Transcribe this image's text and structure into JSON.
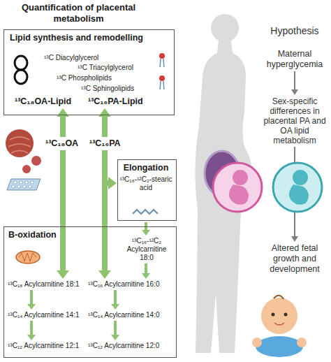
{
  "diagram": {
    "title": "Quantification of placental metabolism",
    "nodes": [
      {
        "text": [
          "Lipid synthesis and remodelling",
          "¹³C Diacylglycerol",
          "¹³C Triacylglycerol",
          "¹³C Phospholipids",
          "¹³C Sphingolipids"
        ]
      },
      {
        "text": [
          "¹³C₁₈OA-Lipid"
        ],
        "in": 0
      },
      {
        "text": [
          "¹³C₁₆PA-Lipid"
        ],
        "in": 0
      },
      {
        "text": [
          "¹³C₁₈OA"
        ]
      },
      {
        "text": [
          "¹³C₁₆PA"
        ]
      },
      {
        "text": [
          "Elongation",
          "¹³C₁₆-¹²C₂-stearic acid"
        ]
      },
      {
        "text": [
          "B-oxidation"
        ]
      },
      {
        "text": [
          "¹³C₁₆-¹²C₂ Acylcarnitine 18:0"
        ],
        "in": 6
      },
      {
        "text": [
          "¹³C₁₈ Acylcarnitine 18:1"
        ],
        "in": 6
      },
      {
        "text": [
          "¹³C₁₆ Acylcarnitine 16:0"
        ],
        "in": 6
      },
      {
        "text": [
          "¹³C₁₄ Acylcarnitine 14:1"
        ],
        "in": 6
      },
      {
        "text": [
          "¹³C₁₄ Acylcarnitine 14:0"
        ],
        "in": 6
      },
      {
        "text": [
          "¹³C₁₂ Acylcarnitine 12:1"
        ],
        "in": 6
      },
      {
        "text": [
          "¹³C₁₂ Acylcarnitine 12:0"
        ],
        "in": 6
      },
      {
        "text": [
          "Maternal hyperglycemia"
        ]
      },
      {
        "text": [
          "Sex-specific differences in placental PA and OA lipid metabolism"
        ]
      },
      {
        "text": [
          "Altered fetal growth and development"
        ]
      }
    ],
    "edges": [
      {
        "from": 3,
        "to": 1,
        "arrow": "to"
      },
      {
        "from": 3,
        "to": 8,
        "arrow": "to"
      },
      {
        "from": 4,
        "to": 2,
        "arrow": "to"
      },
      {
        "from": 4,
        "to": 9,
        "arrow": "to"
      },
      {
        "from": 4,
        "to": 5,
        "arrow": "to"
      },
      {
        "from": 5,
        "to": 7,
        "arrow": "to"
      },
      {
        "from": 8,
        "to": 10,
        "arrow": "to"
      },
      {
        "from": 10,
        "to": 12,
        "arrow": "to"
      },
      {
        "from": 7,
        "to": 9,
        "arrow": "to"
      },
      {
        "from": 9,
        "to": 11,
        "arrow": "to"
      },
      {
        "from": 11,
        "to": 13,
        "arrow": "to"
      },
      {
        "from": 14,
        "to": 15,
        "arrow": "to"
      },
      {
        "from": 15,
        "to": 16,
        "arrow": "to"
      }
    ],
    "labels": [
      "Hypothesis"
    ]
  }
}
